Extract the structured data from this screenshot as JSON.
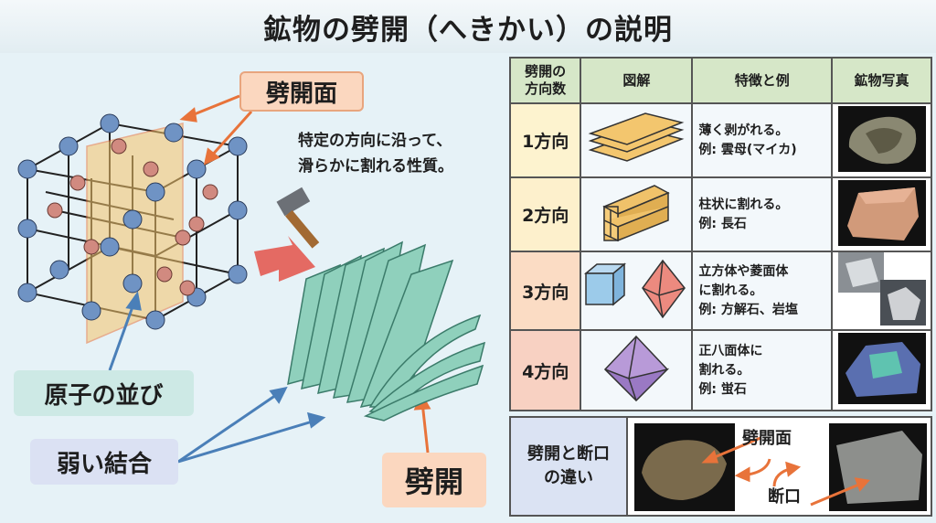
{
  "title": "鉱物の劈開（へきかい）の説明",
  "diagram": {
    "label_cleavage_plane": "劈開面",
    "description_line1": "特定の方向に沿って、",
    "description_line2": "滑らかに割れる性質。",
    "label_atom_arrangement": "原子の並び",
    "label_weak_bond": "弱い結合",
    "label_cleavage": "劈開"
  },
  "table": {
    "headers": {
      "directions_line1": "劈開の",
      "directions_line2": "方向数",
      "illustration": "図解",
      "features": "特徴と例",
      "photo": "鉱物写真"
    },
    "rows": [
      {
        "direction": "1方向",
        "lines": [
          "薄く剥がれる。",
          "例: 雲母(マイカ)"
        ],
        "color": "#fdf3cf"
      },
      {
        "direction": "2方向",
        "lines": [
          "柱状に割れる。",
          "例: 長石"
        ],
        "color": "#fdf0cc"
      },
      {
        "direction": "3方向",
        "lines": [
          "立方体や菱面体",
          "に割れる。",
          "例: 方解石、岩塩"
        ],
        "color": "#fbdcc4"
      },
      {
        "direction": "4方向",
        "lines": [
          "正八面体に",
          "割れる。",
          "例: 蛍石"
        ],
        "color": "#f8d1c2"
      }
    ]
  },
  "comparison": {
    "title_line1": "劈開と断口",
    "title_line2": "の違い",
    "label_cleavage_plane": "劈開面",
    "label_fracture": "断口"
  },
  "colors": {
    "accent_orange": "#e8733a",
    "label_orange_bg": "#fbd7bf",
    "label_teal_bg": "#cde9e5",
    "label_blue_bg": "#dbe1f3",
    "header_green": "#d6e7c8"
  }
}
